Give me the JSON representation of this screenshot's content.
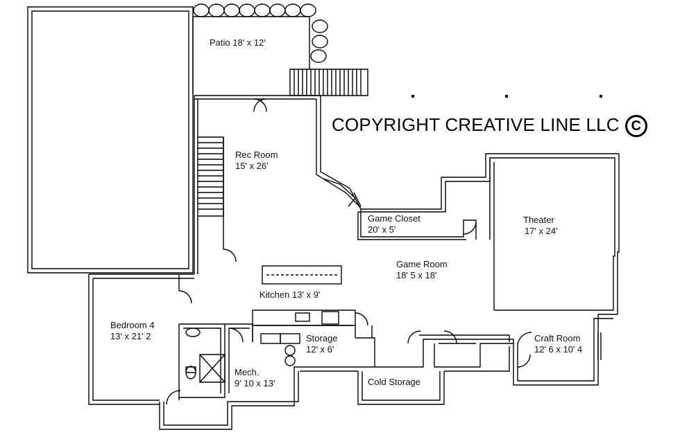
{
  "copyright": {
    "text": "COPYRIGHT CREATIVE LINE LLC",
    "symbol": "C"
  },
  "rooms": {
    "patio": {
      "name": "Patio 18' x 12'"
    },
    "rec_room": {
      "name": "Rec Room",
      "size": "15' x 26'"
    },
    "game_closet": {
      "name": "Game Closet",
      "size": "20' x 5'"
    },
    "theater": {
      "name": "Theater",
      "size": "17' x 24'"
    },
    "game_room": {
      "name": "Game Room",
      "size": "18' 5 x 18'"
    },
    "kitchen": {
      "name": "Kitchen 13' x 9'"
    },
    "bedroom4": {
      "name": "Bedroom 4",
      "size": "13' x 21' 2"
    },
    "storage": {
      "name": "Storage",
      "size": "12' x 6'"
    },
    "craft_room": {
      "name": "Craft Room",
      "size": "12' 6 x 10' 4"
    },
    "mech": {
      "name": "Mech.",
      "size": "9' 10 x 13'"
    },
    "cold_storage": {
      "name": "Cold Storage"
    }
  },
  "colors": {
    "wall": "#000000",
    "background": "#ffffff"
  }
}
